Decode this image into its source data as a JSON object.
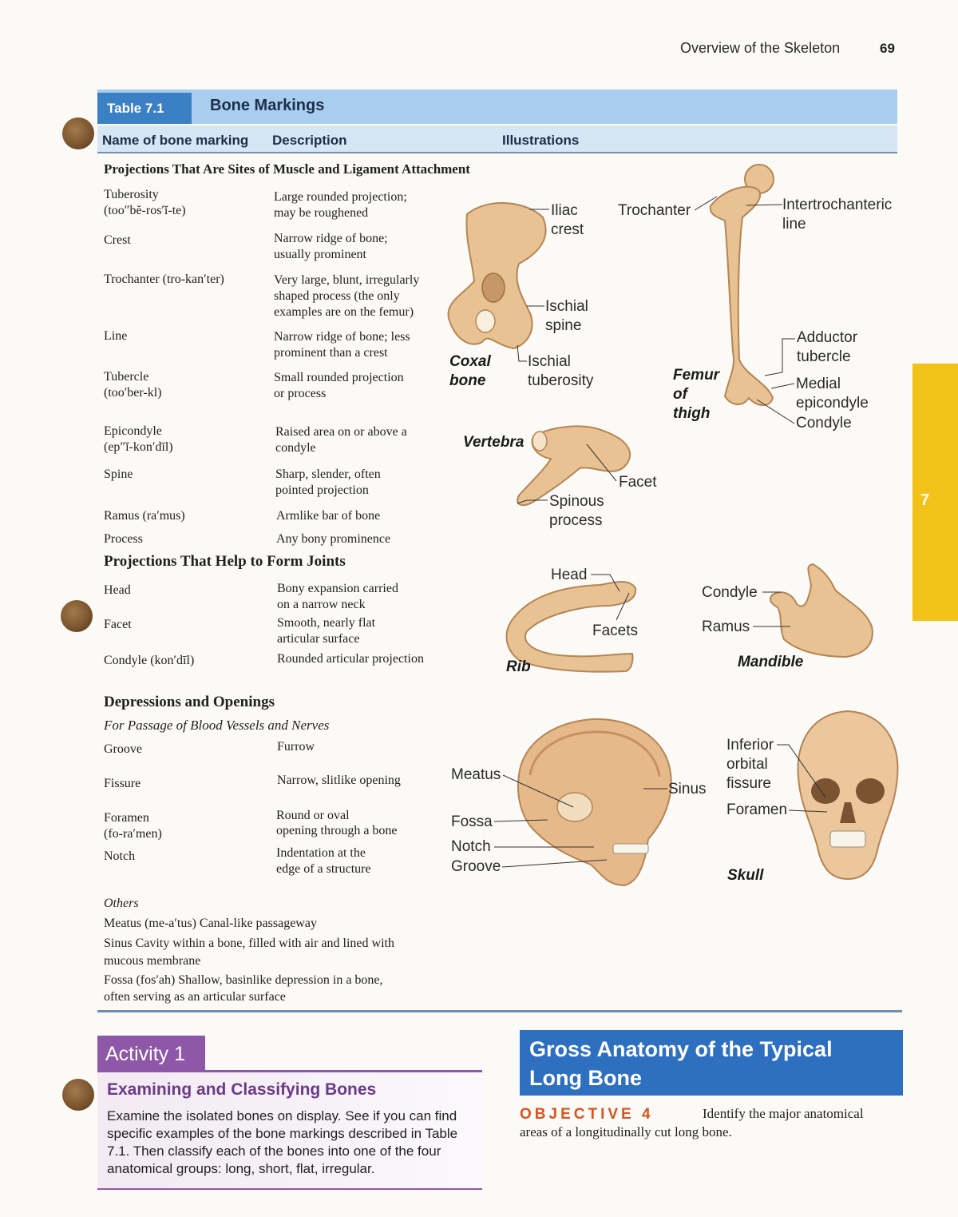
{
  "header": {
    "running_head": "Overview of the Skeleton",
    "page_number": "69"
  },
  "table": {
    "tag": "Table 7.1",
    "title": "Bone Markings",
    "col_name": "Name of bone marking",
    "col_desc": "Description",
    "col_illus": "Illustrations",
    "section1": "Projections That Are Sites of Muscle and Ligament Attachment",
    "rows1": [
      {
        "term": "Tuberosity",
        "pron": "(too″bĕ-ros′ĭ-te)",
        "desc1": "Large rounded projection;",
        "desc2": "may be roughened"
      },
      {
        "term": "Crest",
        "pron": "",
        "desc1": "Narrow ridge of bone;",
        "desc2": "usually prominent"
      },
      {
        "term": "Trochanter (tro-kan′ter)",
        "pron": "",
        "desc1": "Very large, blunt, irregularly",
        "desc2": "shaped process (the only",
        "desc3": "examples are on the femur)"
      },
      {
        "term": "Line",
        "pron": "",
        "desc1": "Narrow ridge of bone; less",
        "desc2": "prominent than a crest"
      },
      {
        "term": "Tubercle",
        "pron": "(too′ber-kl)",
        "desc1": "Small rounded projection",
        "desc2": "or process"
      },
      {
        "term": "Epicondyle",
        "pron": "(ep″ĭ-kon′dīl)",
        "desc1": "Raised area on or above a",
        "desc2": "condyle"
      },
      {
        "term": "Spine",
        "pron": "",
        "desc1": "Sharp, slender, often",
        "desc2": "pointed projection"
      },
      {
        "term": "Ramus (ra′mus)",
        "pron": "",
        "desc1": "Armlike bar of bone",
        "desc2": ""
      },
      {
        "term": "Process",
        "pron": "",
        "desc1": "Any bony prominence",
        "desc2": ""
      }
    ],
    "section2": "Projections That Help to Form Joints",
    "rows2": [
      {
        "term": "Head",
        "desc1": "Bony expansion carried",
        "desc2": "on a narrow neck"
      },
      {
        "term": "Facet",
        "desc1": "Smooth, nearly flat",
        "desc2": "articular surface"
      },
      {
        "term": "Condyle (kon′dīl)",
        "desc1": "Rounded articular projection",
        "desc2": ""
      }
    ],
    "section3": "Depressions and Openings",
    "section3_sub": "For Passage of Blood Vessels and Nerves",
    "rows3": [
      {
        "term": "Groove",
        "pron": "",
        "desc1": "Furrow",
        "desc2": ""
      },
      {
        "term": "Fissure",
        "pron": "",
        "desc1": "Narrow, slitlike opening",
        "desc2": ""
      },
      {
        "term": "Foramen",
        "pron": "(fo-ra′men)",
        "desc1": "Round or oval",
        "desc2": "opening through a bone"
      },
      {
        "term": "Notch",
        "pron": "",
        "desc1": "Indentation at the",
        "desc2": "edge of a structure"
      }
    ],
    "others_heading": "Others",
    "others": [
      {
        "term": "Meatus (me-a′tus)",
        "desc": "Canal-like passageway"
      },
      {
        "term": "Sinus",
        "desc": "Cavity within a bone, filled with air and lined with",
        "desc2": "mucous membrane"
      },
      {
        "term": "Fossa (fos′ah)",
        "desc": "Shallow, basinlike depression in a bone,",
        "desc2": "often serving as an articular surface"
      }
    ]
  },
  "illustrations": {
    "coxal": {
      "caption1": "Coxal",
      "caption2": "bone",
      "iliac1": "Iliac",
      "iliac2": "crest",
      "ischial_spine1": "Ischial",
      "ischial_spine2": "spine",
      "ischial_tub1": "Ischial",
      "ischial_tub2": "tuberosity"
    },
    "femur": {
      "caption1": "Femur",
      "caption2": "of",
      "caption3": "thigh",
      "trochanter": "Trochanter",
      "intertroch1": "Intertrochanteric",
      "intertroch2": "line",
      "adductor1": "Adductor",
      "adductor2": "tubercle",
      "medial1": "Medial",
      "medial2": "epicondyle",
      "condyle": "Condyle"
    },
    "vertebra": {
      "caption": "Vertebra",
      "facet": "Facet",
      "spinous1": "Spinous",
      "spinous2": "process"
    },
    "rib": {
      "caption": "Rib",
      "head": "Head",
      "facets": "Facets"
    },
    "mandible": {
      "caption": "Mandible",
      "condyle": "Condyle",
      "ramus": "Ramus"
    },
    "skull_side": {
      "meatus": "Meatus",
      "fossa": "Fossa",
      "notch": "Notch",
      "groove": "Groove",
      "sinus": "Sinus"
    },
    "skull_front": {
      "caption": "Skull",
      "inferior1": "Inferior",
      "inferior2": "orbital",
      "inferior3": "fissure",
      "foramen": "Foramen"
    }
  },
  "activity": {
    "tag": "Activity 1",
    "title": "Examining and Classifying Bones",
    "body": "Examine the isolated bones on display. See if you can find specific examples of the bone markings described in Table 7.1. Then classify each of the bones into one of the four anatomical groups: long, short, flat, irregular."
  },
  "gross": {
    "title1": "Gross Anatomy of the Typical",
    "title2": "Long Bone",
    "objective_tag": "OBJECTIVE 4",
    "objective_text1": "Identify the major anatomical",
    "objective_text2": "areas of a longitudinally cut long bone."
  },
  "side_tab": "7",
  "colors": {
    "band": "#a8cdee",
    "tag_blue": "#3b7fc4",
    "activity_purple": "#8e57a7",
    "objective_orange": "#d9541e",
    "tab_yellow": "#f3c21a",
    "bone": "#e9c293"
  }
}
